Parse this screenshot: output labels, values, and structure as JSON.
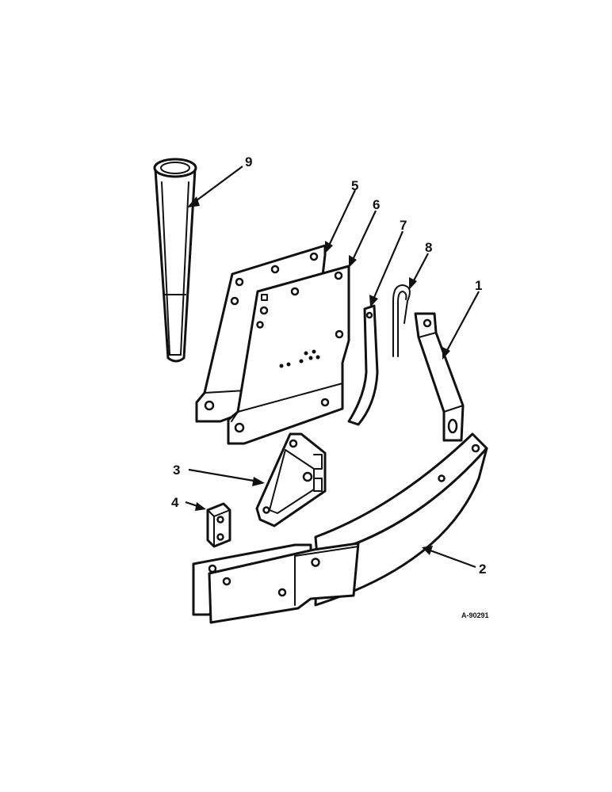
{
  "callouts": [
    {
      "id": "1",
      "label": "1"
    },
    {
      "id": "2",
      "label": "2"
    },
    {
      "id": "3",
      "label": "3"
    },
    {
      "id": "4",
      "label": "4"
    },
    {
      "id": "5",
      "label": "5"
    },
    {
      "id": "6",
      "label": "6"
    },
    {
      "id": "7",
      "label": "7"
    },
    {
      "id": "8",
      "label": "8"
    },
    {
      "id": "9",
      "label": "9"
    }
  ],
  "reference_code": "A-90291",
  "colors": {
    "line": "#111111",
    "background": "#ffffff"
  }
}
